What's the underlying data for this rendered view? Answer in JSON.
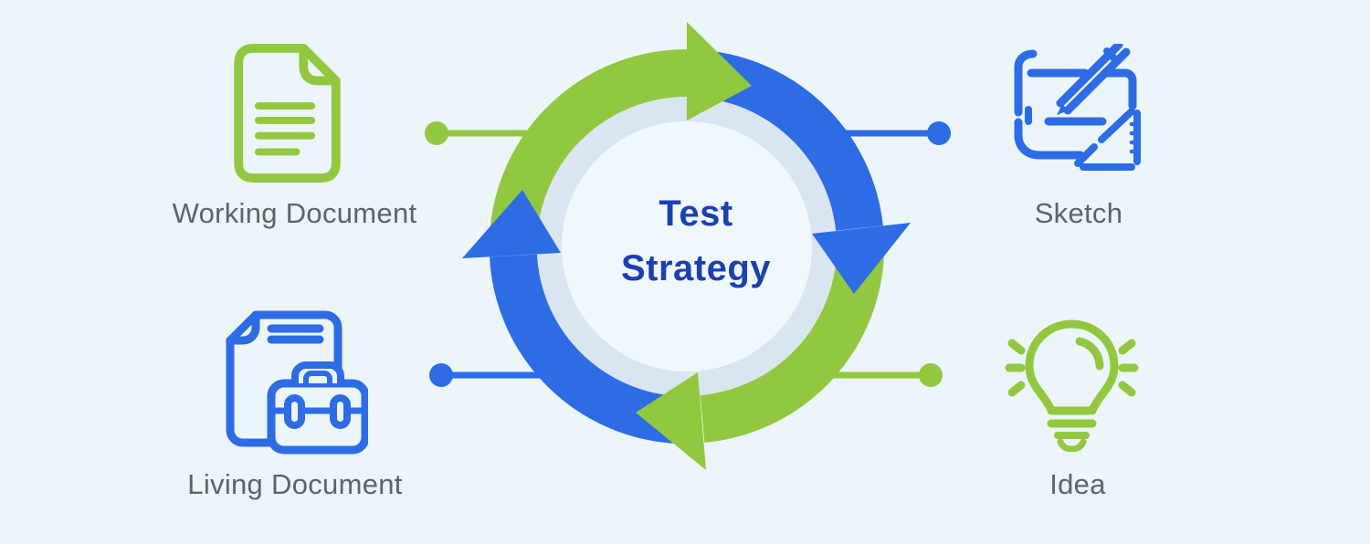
{
  "title": {
    "line1": "Test",
    "line2": "Strategy"
  },
  "cycle": {
    "type": "circular-process",
    "direction": "clockwise",
    "segment_colors": [
      "green",
      "blue",
      "green",
      "blue"
    ]
  },
  "nodes": [
    {
      "label": "Working Document",
      "icon": "document-icon",
      "accent": "green",
      "position": "top-left"
    },
    {
      "label": "Sketch",
      "icon": "blueprint-pencil-icon",
      "accent": "blue",
      "position": "top-right"
    },
    {
      "label": "Living Document",
      "icon": "document-briefcase-icon",
      "accent": "blue",
      "position": "bottom-left"
    },
    {
      "label": "Idea",
      "icon": "lightbulb-icon",
      "accent": "green",
      "position": "bottom-right"
    }
  ],
  "colors": {
    "green": "#92C83F",
    "blue": "#2E6CE6",
    "title_navy": "#1B41AE",
    "label_gray": "#5E6368",
    "background": "#ECF5FA",
    "ring": "#D9E6F2",
    "inner_circle": "#F1F8FD"
  }
}
